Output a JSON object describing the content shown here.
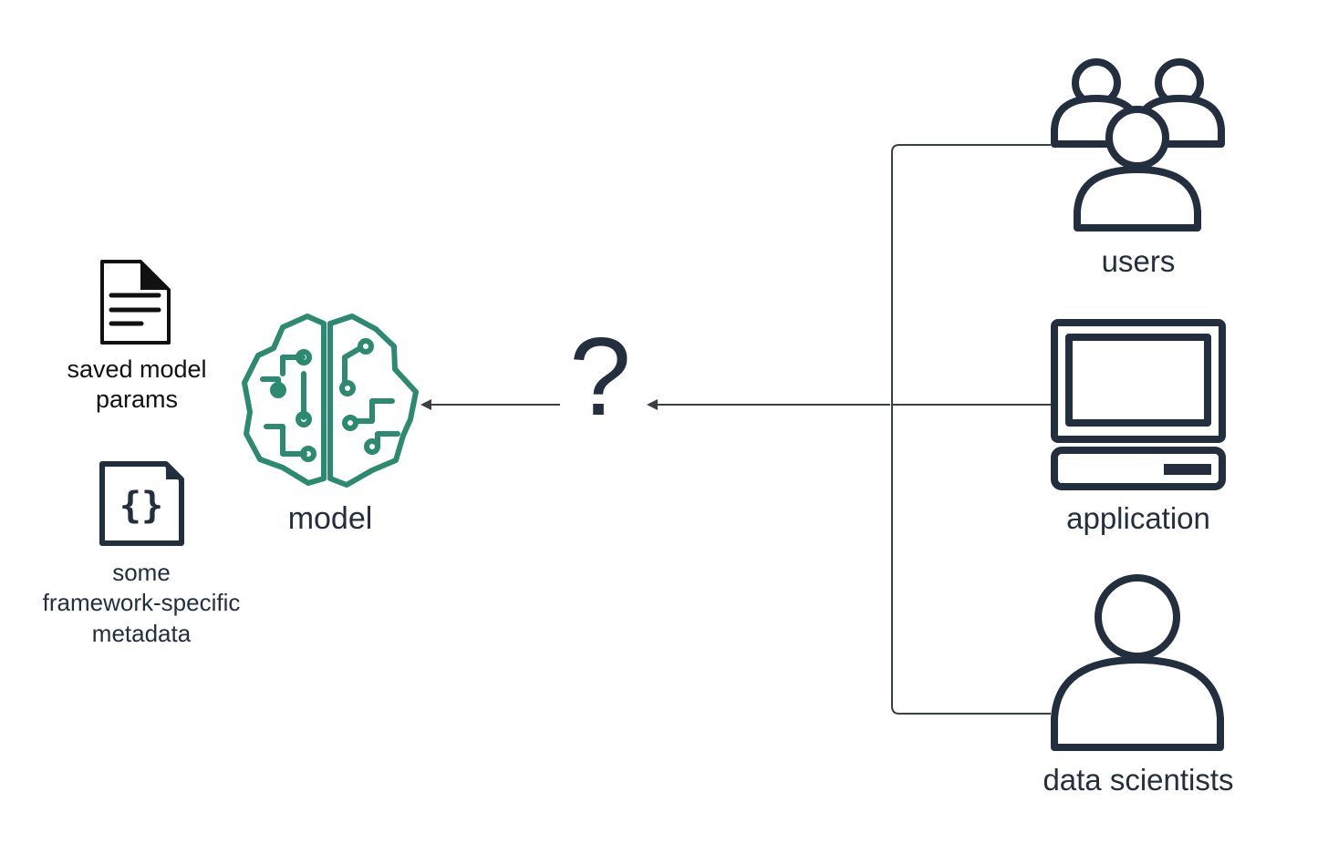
{
  "inputs": {
    "saved_params": {
      "icon": "document-icon",
      "label": "saved model\nparams"
    },
    "metadata": {
      "icon": "json-file-icon",
      "label": "some\nframework-specific\nmetadata"
    }
  },
  "model": {
    "icon": "brain-circuit-icon",
    "label": "model",
    "color": "#2c8a70"
  },
  "connector": {
    "symbol": "?"
  },
  "consumers": [
    {
      "id": "users",
      "icon": "users-group-icon",
      "label": "users"
    },
    {
      "id": "application",
      "icon": "computer-icon",
      "label": "application"
    },
    {
      "id": "data_scientists",
      "icon": "person-icon",
      "label": "data scientists"
    }
  ],
  "colors": {
    "line": "#3a3f45",
    "icon_dark": "#232f3e",
    "model_green": "#2c8a70"
  }
}
